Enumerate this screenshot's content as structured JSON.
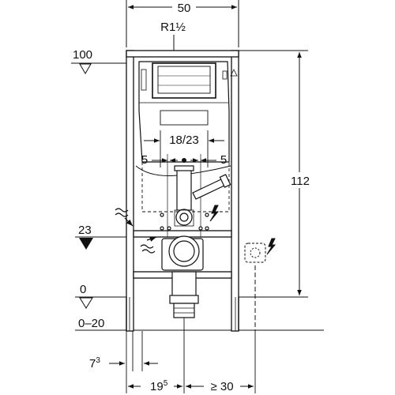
{
  "dimensions": {
    "width_top": "50",
    "pipe_thread": "R1½",
    "height_right": "112",
    "flush_spacing": "18/23",
    "bolt_offset_left": "5",
    "bolt_offset_right": "5",
    "bottom_left_base": "7",
    "bottom_left_sup": "3",
    "bottom_mid_base": "19",
    "bottom_mid_sup": "5",
    "bottom_right": "≥ 30"
  },
  "levels": {
    "top": "100",
    "mid": "23",
    "floor": "0",
    "floor_range": "0–20"
  },
  "icons": [
    "water-supply-icon",
    "waste-water-icon",
    "electrical-supply-icon"
  ]
}
